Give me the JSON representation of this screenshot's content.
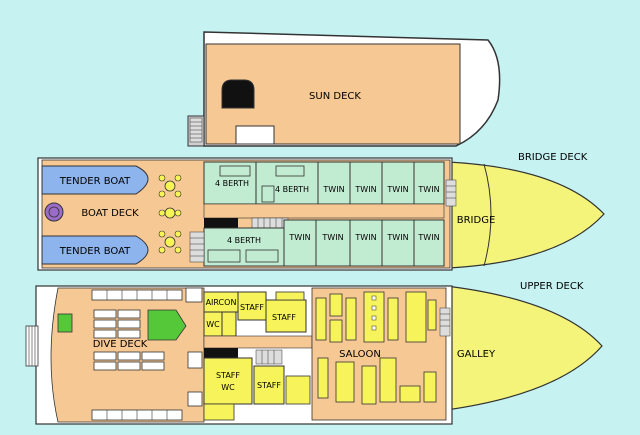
{
  "decks": {
    "sun": {
      "label": "SUN DECK"
    },
    "bridge": {
      "title": "BRIDGE DECK",
      "tender_boat_top": "TENDER BOAT",
      "tender_boat_bottom": "TENDER BOAT",
      "boat_deck": "BOAT DECK",
      "berth_top": "4 BERTH",
      "berth_top_right": "4 BERTH",
      "berth_bottom": "4 BERTH",
      "bridge": "BRIDGE",
      "twins_top": [
        "TWIN",
        "TWIN",
        "TWIN",
        "TWIN"
      ],
      "twins_bottom": [
        "TWIN",
        "TWIN",
        "TWIN",
        "TWIN",
        "TWIN"
      ]
    },
    "upper": {
      "title": "UPPER DECK",
      "dive_deck": "DIVE DECK",
      "aircon": "AIRCON",
      "wc": "WC",
      "staff_1": "STAFF",
      "staff_2": "STAFF",
      "staff_wc_1": "STAFF",
      "staff_wc_2": "WC",
      "staff_3": "STAFF",
      "saloon": "SALOON",
      "galley": "GALLEY"
    }
  },
  "colors": {
    "background": "#c6f2f2",
    "deck": "#f6c894",
    "cabin": "#c2ecd2",
    "bow": "#f4f47a",
    "tender": "#8eb4ee",
    "furniture": "#f7f35a",
    "accent_green": "#55c83a",
    "purple": "#9a6cc8",
    "white": "#ffffff",
    "black": "#111111",
    "outline": "#333333"
  }
}
